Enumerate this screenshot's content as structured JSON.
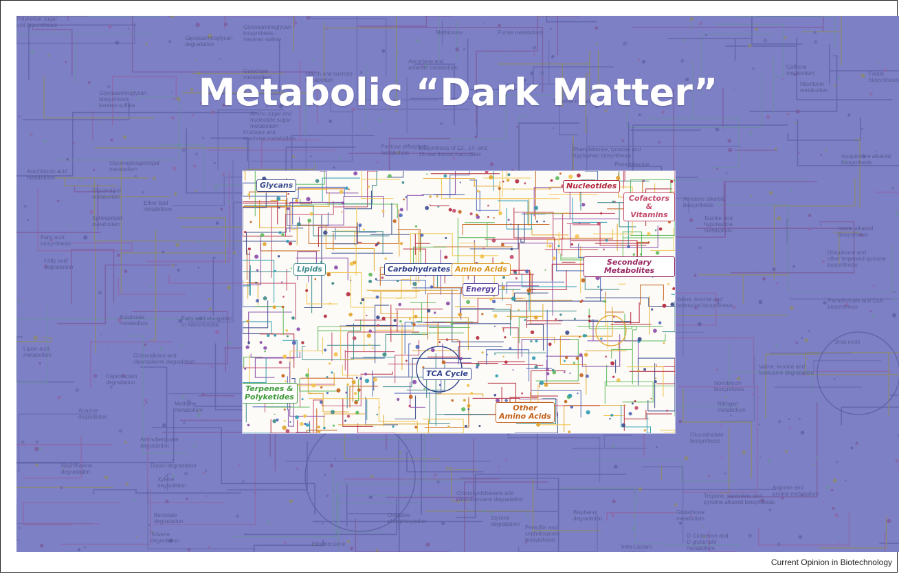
{
  "figure": {
    "title": "Metabolic “Dark Matter”",
    "credit": "Current Opinion in Biotechnology",
    "background_color": "#7e80c6"
  },
  "background_labels": [
    "Glycosaminoglycan\nbiosynthesis -\nheparan sulfate",
    "Glycosaminoglycan\ndegradation",
    "Galactose\nmetabolism",
    "Starch and sucrose\nmetabolism",
    "Ascorbate and\naldarate metabolism",
    "Purine metabolism",
    "Glycosaminoglycan\nbiosynthesis -\nkeratan sulfate",
    "Amino sugar and\nnucleotide sugar\nmetabolism",
    "Fructose and\nmannose metabolism",
    "Pentose phosphate\nmetabolism",
    "Biosynthesis of 12-, 14- and\n16-membered macrolides",
    "Glycerophospholipid\nmetabolism",
    "Phenylalanine, tyrosine and\ntryptophan biosynthesis",
    "Tyrosine metabolism",
    "Arachidonic acid\nmetabolism",
    "Glycerolipid\nmetabolism",
    "Ether lipid\nmetabolism",
    "Sphingolipid\nmetabolism",
    "Fatty acid\nbiosynthesis",
    "Fatty acid\ndegradation",
    "Butanoate\nmetabolism",
    "Fatty acid elongation\nin mitochondria",
    "Lipoic acid\nmetabolism",
    "Chloroalkane and\nchloroalkene degradation",
    "Caprolactam\ndegradation",
    "Methane\nmetabolism",
    "Atrazine\ndegradation",
    "Aminobenzoate\ndegradation",
    "Naphthalene\ndegradation",
    "Dioxin degradation",
    "Xylene\ndegradation",
    "Benzoate\ndegradation",
    "Toluene\ndegradation",
    "Ethylbenzene",
    "Oxidative\nphosphorylation",
    "Chlorocyclohexane and\nchlorobenzene degradation",
    "Styrene\ndegradation",
    "Bisphenol\ndegradation",
    "Penicillin and\ncephalosporin\nbiosynthesis",
    "Glutathione\nmetabolism",
    "D-Glutamine and\nD-glutamate\nmetabolism",
    "beta-Lactam\nresistance",
    "Tropane, piperidine and\npyridine alkaloid biosynthesis",
    "Arginine and\nproline metabolism",
    "Glucosinolate\nbiosynthesis",
    "Nitrogen\nmetabolism",
    "Valine, leucine and\nisoleucine degradation",
    "Valine, leucine and\nisoleucine biosynthesis",
    "Urea cycle",
    "Pantothenate and CoA\nbiosynthesis",
    "Ubiquinone and\nother terpenoid-quinone\nbiosynthesis",
    "Indole alkaloid\nbiosynthesis",
    "Taurine and\nhypotaurine\nmetabolism",
    "Isoquinoline alkaloid\nbiosynthesis",
    "Riboflavin\nmetabolism",
    "Caffeine\nmetabolism",
    "Folate\nbiosynthesis",
    "Amidone alkaloid\nbiosynthesis",
    "Phenylalanine",
    "Novobiocin\nbiosynthesis",
    "Methionine",
    "Polyketide sugar\nunit biosynthesis"
  ],
  "inset_categories": [
    {
      "id": "glycans",
      "label": "Glycans",
      "color": "#3a4a8c"
    },
    {
      "id": "nucleotides",
      "label": "Nucleotides",
      "color": "#b2263a"
    },
    {
      "id": "cofactors",
      "label": "Cofactors &\nVitamins",
      "color": "#c24a6a"
    },
    {
      "id": "secondary",
      "label": "Secondary Metabolites",
      "color": "#9a2a64"
    },
    {
      "id": "lipids",
      "label": "Lipids",
      "color": "#3e8a8a"
    },
    {
      "id": "carbohydrates",
      "label": "Carbohydrates",
      "color": "#2e3f8a"
    },
    {
      "id": "aminoacids",
      "label": "Amino Acids",
      "color": "#d9941e"
    },
    {
      "id": "energy",
      "label": "Energy",
      "color": "#5a3fa0"
    },
    {
      "id": "tca",
      "label": "TCA Cycle",
      "color": "#2e3f8a"
    },
    {
      "id": "terpenes",
      "label": "Terpenes &\nPolyketides",
      "color": "#3f9a3a"
    },
    {
      "id": "otheraa",
      "label": "Other\nAmino Acids",
      "color": "#c4611a"
    }
  ]
}
